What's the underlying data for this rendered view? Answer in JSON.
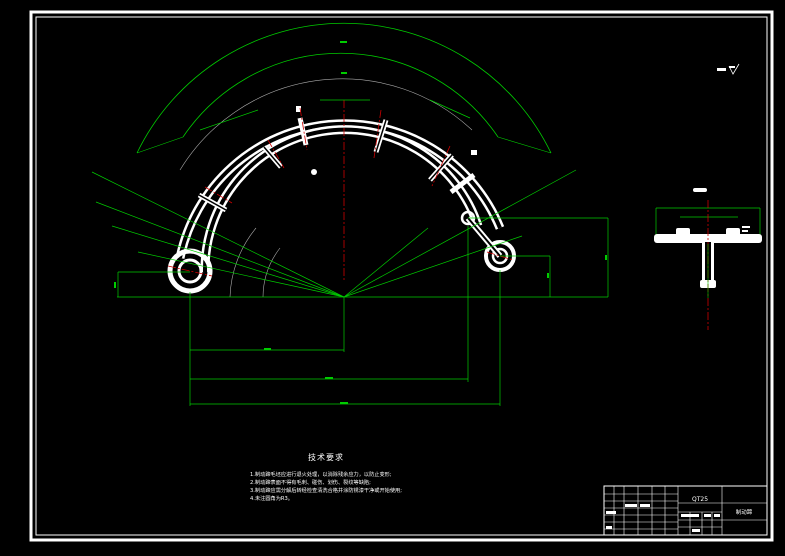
{
  "drawing": {
    "material": "QT25",
    "part_name": "制动蹄",
    "notes_title": "技术要求",
    "notes": [
      "1.制动蹄毛坯应进行退火处理，以消除残余应力，以防止变形;",
      "2.制动蹄表面不得有毛刺、碰伤、划伤、裂纹等缺陷;",
      "3.制动蹄应需分解后转经检查清洗合格并涂防锈漆干净或开始使用;",
      "4.未注圆角为R3。"
    ]
  },
  "colors": {
    "background": "#000000",
    "part_outline": "#ffffff",
    "dimension": "#00cc00",
    "centerline": "#cc0000",
    "frame": "#ffffff"
  }
}
